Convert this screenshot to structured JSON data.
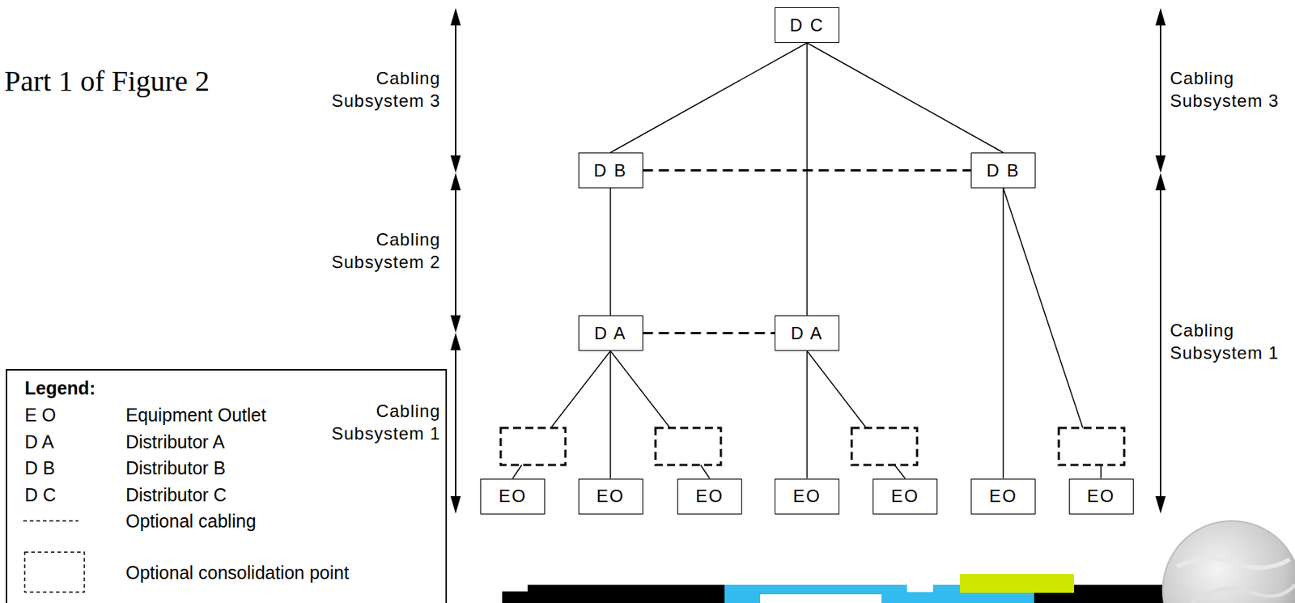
{
  "diagram": {
    "title": "Part 1 of Figure 2",
    "nodes": [
      {
        "text": [
          "D C"
        ]
      },
      {
        "text": [
          "D B"
        ]
      },
      {
        "text": [
          "D B"
        ]
      },
      {
        "text": [
          "D A"
        ]
      },
      {
        "text": [
          "D A"
        ]
      },
      {
        "text": [
          "EO"
        ]
      },
      {
        "text": [
          "EO"
        ]
      },
      {
        "text": [
          "EO"
        ]
      },
      {
        "text": [
          "EO"
        ]
      },
      {
        "text": [
          "EO"
        ]
      },
      {
        "text": [
          "EO"
        ]
      },
      {
        "text": [
          "EO"
        ]
      }
    ],
    "edges": [
      {
        "from": 0,
        "to": 1,
        "arrow": "none"
      },
      {
        "from": 0,
        "to": 4,
        "arrow": "none"
      },
      {
        "from": 0,
        "to": 2,
        "arrow": "none"
      },
      {
        "from": 1,
        "to": 2,
        "arrow": "none"
      },
      {
        "from": 1,
        "to": 3,
        "arrow": "none"
      },
      {
        "from": 3,
        "to": 4,
        "arrow": "none"
      },
      {
        "from": 3,
        "to": 5,
        "arrow": "none"
      },
      {
        "from": 3,
        "to": 6,
        "arrow": "none"
      },
      {
        "from": 3,
        "to": 7,
        "arrow": "none"
      },
      {
        "from": 4,
        "to": 8,
        "arrow": "none"
      },
      {
        "from": 4,
        "to": 9,
        "arrow": "none"
      },
      {
        "from": 2,
        "to": 10,
        "arrow": "none"
      },
      {
        "from": 2,
        "to": 11,
        "arrow": "none"
      }
    ],
    "labels": [
      "Legend:",
      "E O",
      "D A",
      "D B",
      "D C",
      "Cabling Subsystem 3",
      "Cabling Subsystem 2",
      "Cabling Subsystem 1",
      "Cabling Subsystem 3",
      "Cabling Subsystem 1"
    ],
    "legend": [
      {
        "text": "Equipment Outlet"
      },
      {
        "text": "Distributor A"
      },
      {
        "text": "Distributor B"
      },
      {
        "text": "Distributor C"
      },
      {
        "text": "Optional cabling"
      },
      {
        "text": "Optional consolidation point"
      }
    ]
  }
}
